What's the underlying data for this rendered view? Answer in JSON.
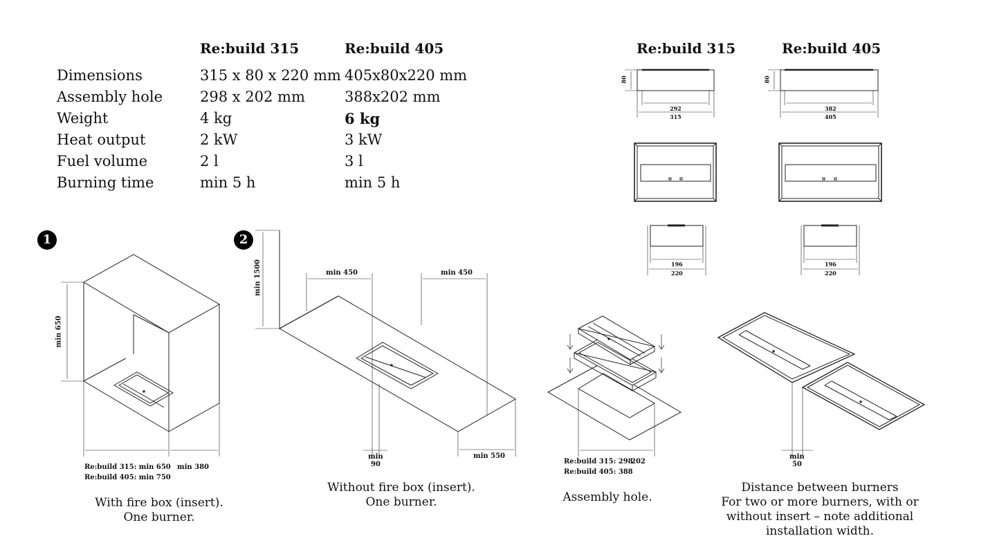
{
  "specs": {
    "columns": [
      "Re:build 315",
      "Re:build 405"
    ],
    "rows": [
      {
        "label": "Dimensions",
        "v1": "315 x 80 x 220 mm",
        "v2": "405x80x220 mm"
      },
      {
        "label": "Assembly hole",
        "v1": "298 x 202 mm",
        "v2": "388x202 mm"
      },
      {
        "label": "Weight",
        "v1": "4 kg",
        "v2": "6 kg"
      },
      {
        "label": "Heat output",
        "v1": "2 kW",
        "v2": "3 kW"
      },
      {
        "label": "Fuel volume",
        "v1": "2 l",
        "v2": "3 l"
      },
      {
        "label": "Burning time",
        "v1": "min 5 h",
        "v2": "min 5 h"
      }
    ]
  },
  "views": {
    "title_315": "Re:build 315",
    "title_405": "Re:build 405",
    "h_315": "80",
    "h_405": "80",
    "inner_315": "292",
    "outer_315": "315",
    "inner_405": "382",
    "outer_405": "405",
    "side_inner_315": "196",
    "side_outer_315": "220",
    "side_inner_405": "196",
    "side_outer_405": "220"
  },
  "fig1": {
    "badge": "1",
    "height": "min 650",
    "width_line1": "Re:build 315: min 650",
    "width_line2": "Re:build 405: min 750",
    "depth": "min 380",
    "caption_line1": "With fire box (insert).",
    "caption_line2": "One burner."
  },
  "fig2": {
    "badge": "2",
    "height": "min 1500",
    "left_clear": "min 450",
    "right_clear": "min 450",
    "front_line1": "min",
    "front_line2": "90",
    "depth": "min 550",
    "caption_line1": "Without fire box (insert).",
    "caption_line2": "One burner."
  },
  "fig3": {
    "dim_line1": "Re:build 315: 298",
    "dim_line2": "Re:build 405: 388",
    "dim_depth": "202",
    "caption": "Assembly hole."
  },
  "fig4": {
    "gap_line1": "min",
    "gap_line2": "50",
    "caption_line1": "Distance between burners",
    "caption_line2": "For two or more burners, with or",
    "caption_line3": "without insert – note additional",
    "caption_line4": "installation width."
  }
}
